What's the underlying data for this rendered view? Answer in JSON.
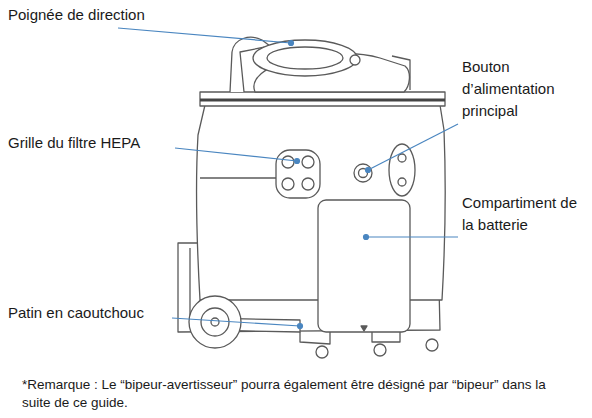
{
  "diagram": {
    "labels": [
      "Poignée de direction",
      "Bouton d’alimentation principal",
      "Grille du filtre HEPA",
      "Compartiment de la batterie",
      "Patin en caoutchouc",
      "*Remarque : Le “bipeur-avertisseur” pourra également être désigné par “bipeur” dans la suite de ce guide."
    ]
  }
}
